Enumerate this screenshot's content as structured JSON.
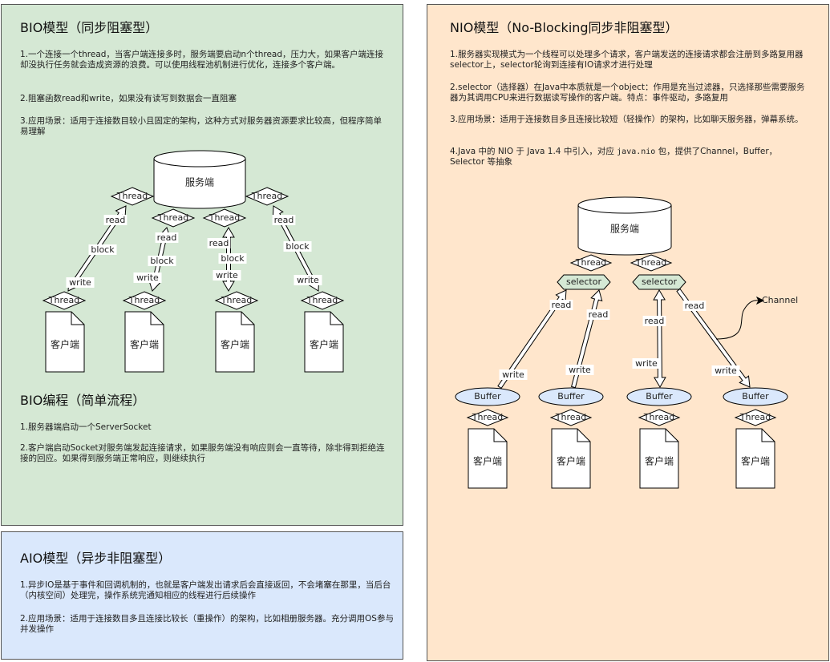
{
  "bio": {
    "title": "BIO模型（同步阻塞型）",
    "p1": "1.一个连接一个thread，当客户端连接多时，服务端要启动n个thread，压力大，如果客户端连接却没执行任务就会造成资源的浪费。可以使用线程池机制进行优化，连接多个客户端。",
    "p2": "2.阻塞函数read和write，如果没有读写到数据会一直阻塞",
    "p3": "3.应用场景：适用于连接数目较小且固定的架构，这种方式对服务器资源要求比较高，但程序简单易理解",
    "server": "服务端",
    "thread": "Thread",
    "read": "read",
    "write": "write",
    "block": "block",
    "client": "客户端",
    "coding_title": "BIO编程（简单流程）",
    "c1": "1.服务器端启动一个ServerSocket",
    "c2": "2.客户端启动Socket对服务端发起连接请求，如果服务端没有响应则会一直等待，除非得到拒绝连接的回应。如果得到服务端正常响应，则继续执行"
  },
  "aio": {
    "title": "AIO模型（异步非阻塞型）",
    "p1": "1.异步IO是基于事件和回调机制的，也就是客户端发出请求后会直接返回，不会堵塞在那里，当后台（内核空间）处理完，操作系统完通知相应的线程进行后续操作",
    "p2": "2.应用场景：适用于连接数目多且连接比较长（重操作）的架构，比如相册服务器。充分调用OS参与并发操作"
  },
  "nio": {
    "title": "NIO模型（No-Blocking同步非阻塞型）",
    "p1": "1.服务器实现模式为一个线程可以处理多个请求，客户端发送的连接请求都会注册到多路复用器selector上，selector轮询到连接有IO请求才进行处理",
    "p2": "2.selector（选择器）在Java中本质就是一个object：作用是充当过滤器，只选择那些需要服务器为其调用CPU来进行数据读写操作的客户端。特点：事件驱动，多路复用",
    "p3": "3.应用场景：适用于连接数目多且连接比较短（轻操作）的架构，比如聊天服务器，弹幕系统。",
    "p4_a": "4.Java 中的 NIO 于 Java 1.4 中引入，对应 ",
    "p4_code": "java.nio",
    "p4_b": " 包，提供了Channel，Buffer，Selector 等抽象",
    "server": "服务端",
    "thread": "Thread",
    "selector": "selector",
    "buffer": "Buffer",
    "read": "read",
    "write": "write",
    "channel": "Channel",
    "client": "客户端"
  },
  "colors": {
    "bio_bg": "#d5e8d4",
    "nio_bg": "#ffe6cc",
    "aio_bg": "#dae8fc",
    "selector_fill": "#d5e8d4",
    "buffer_fill": "#dae8fc"
  }
}
